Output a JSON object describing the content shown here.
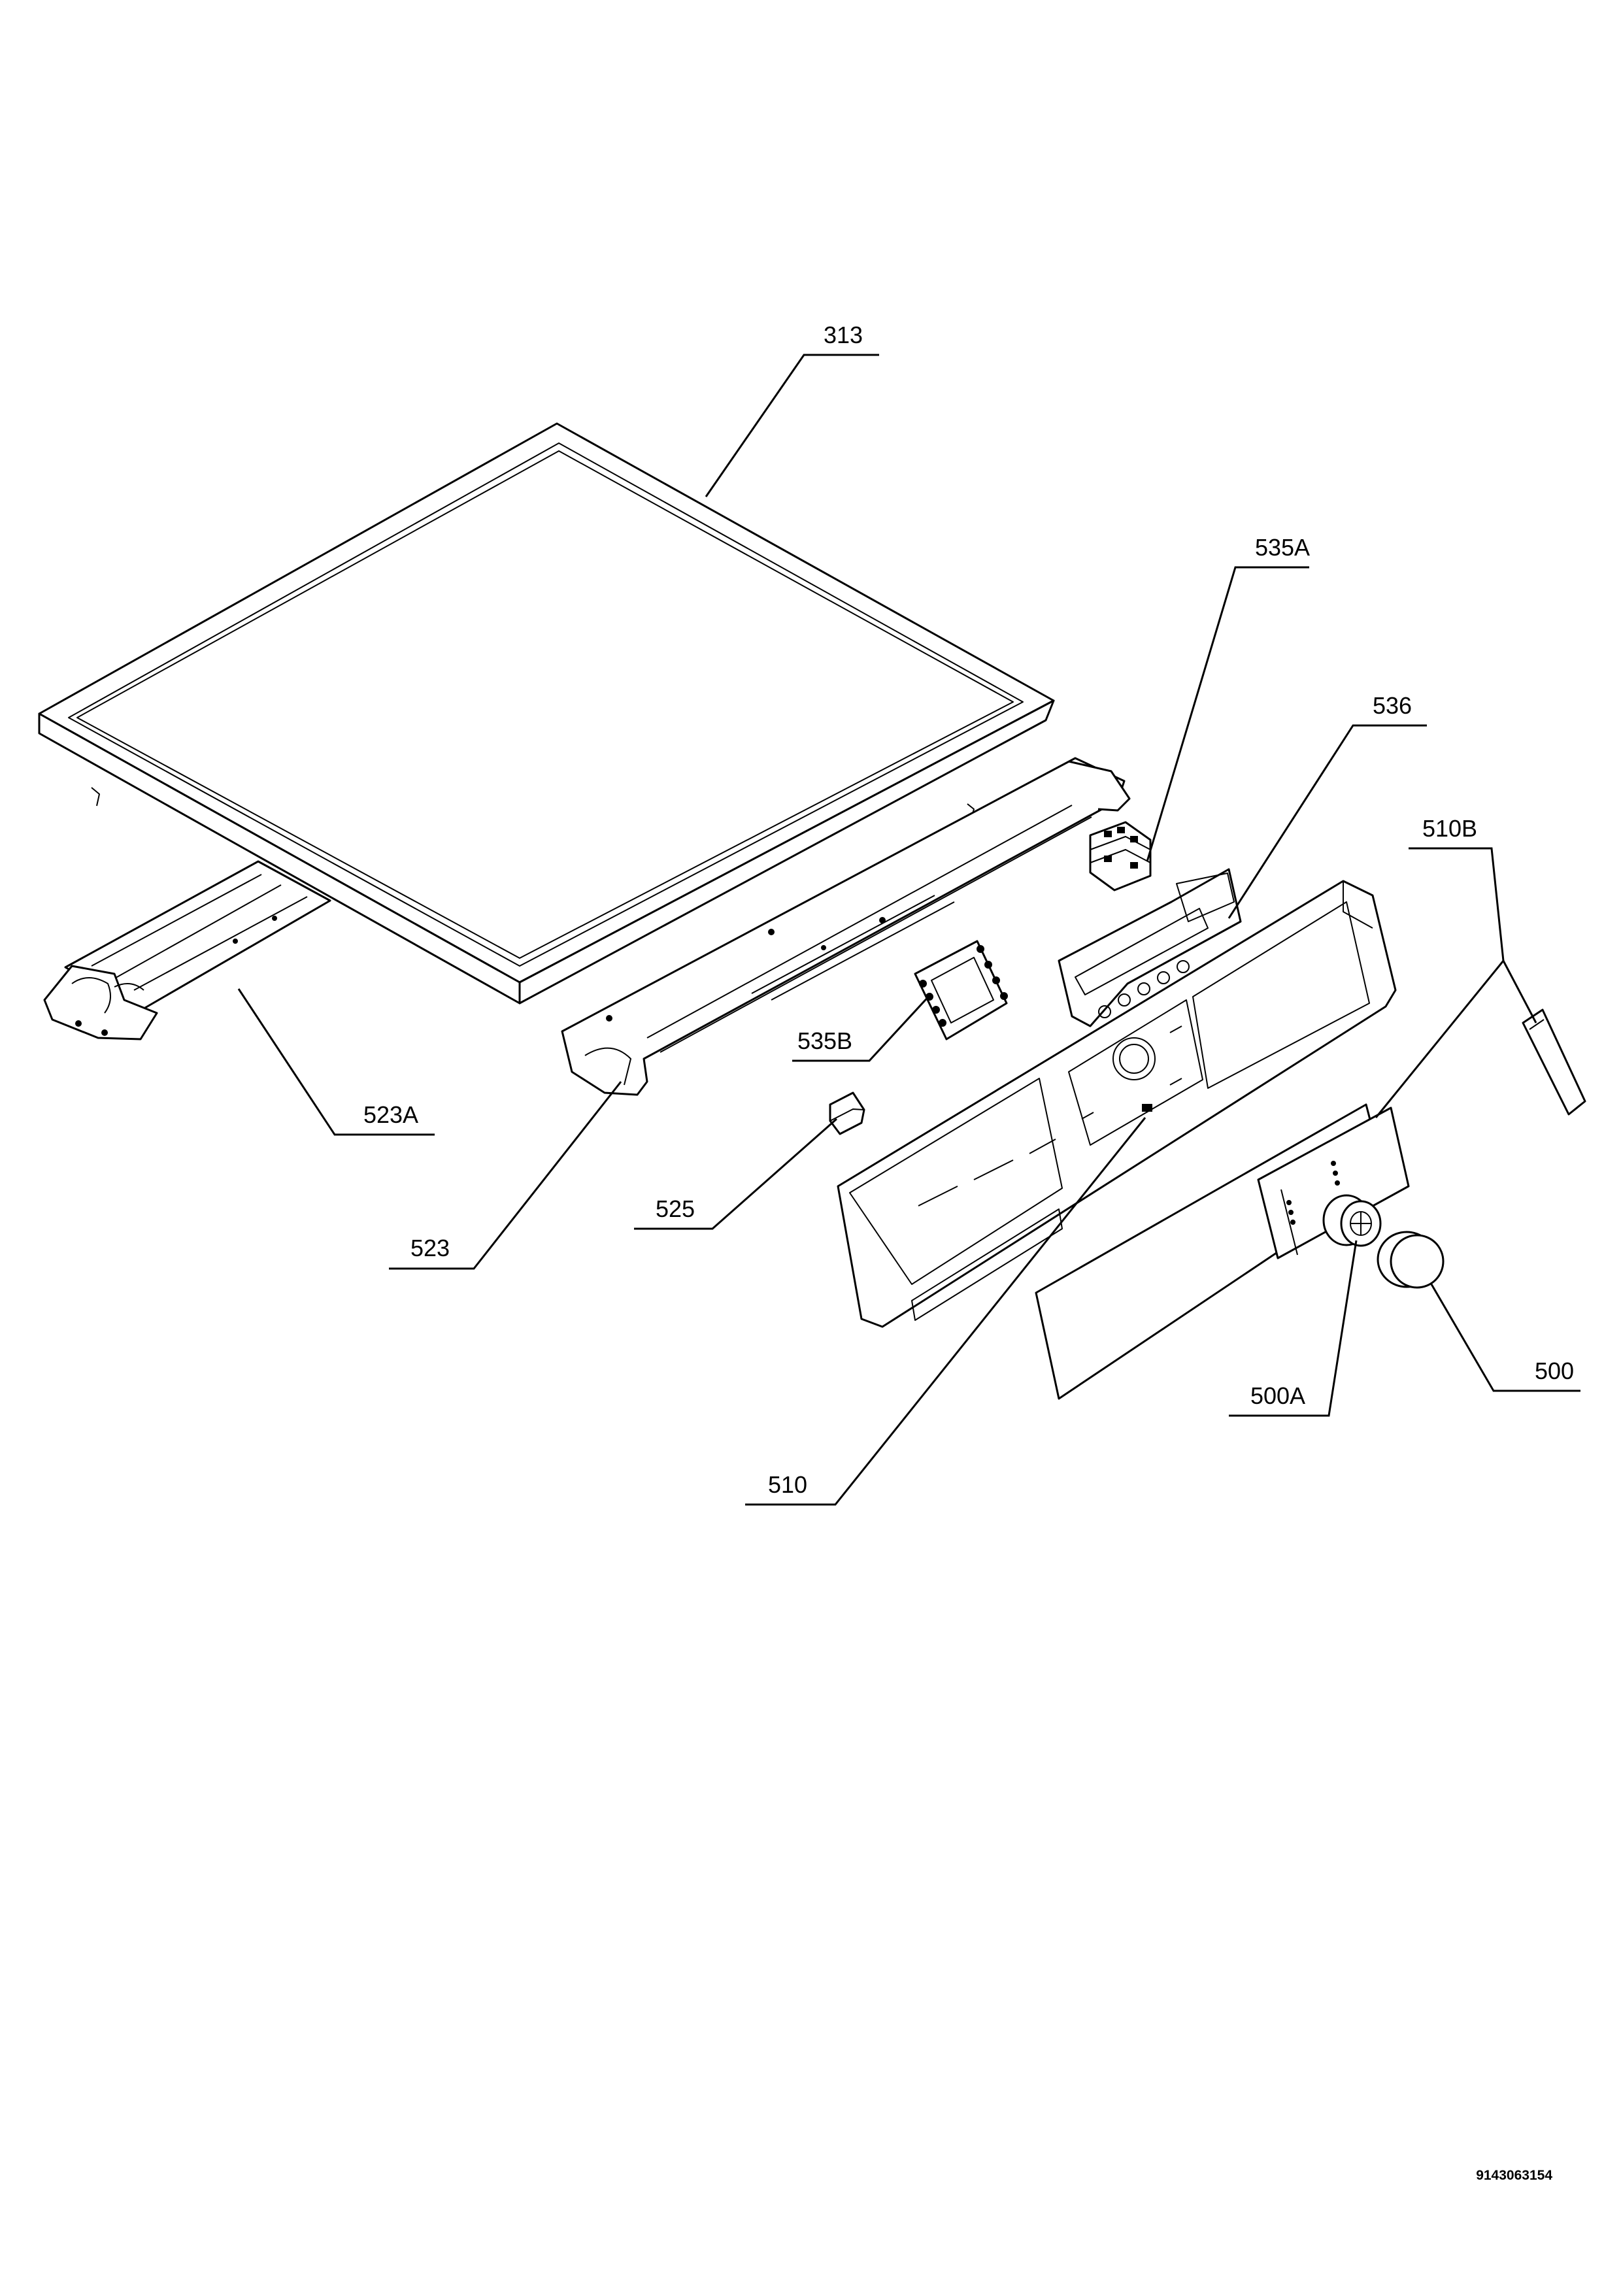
{
  "labels": {
    "313": "313",
    "535A": "535A",
    "536": "536",
    "510B": "510B",
    "535B": "535B",
    "523A": "523A",
    "525": "525",
    "523": "523",
    "500": "500",
    "500A": "500A",
    "510": "510"
  },
  "document_number": "9143063154"
}
